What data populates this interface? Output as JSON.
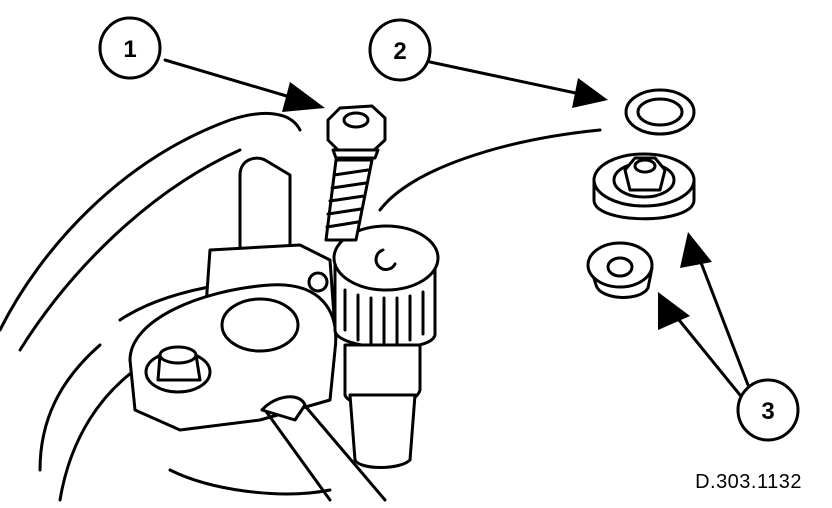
{
  "callouts": [
    {
      "id": "callout-1",
      "label": "1"
    },
    {
      "id": "callout-2",
      "label": "2"
    },
    {
      "id": "callout-3",
      "label": "3"
    }
  ],
  "reference_code": "D.303.1132"
}
